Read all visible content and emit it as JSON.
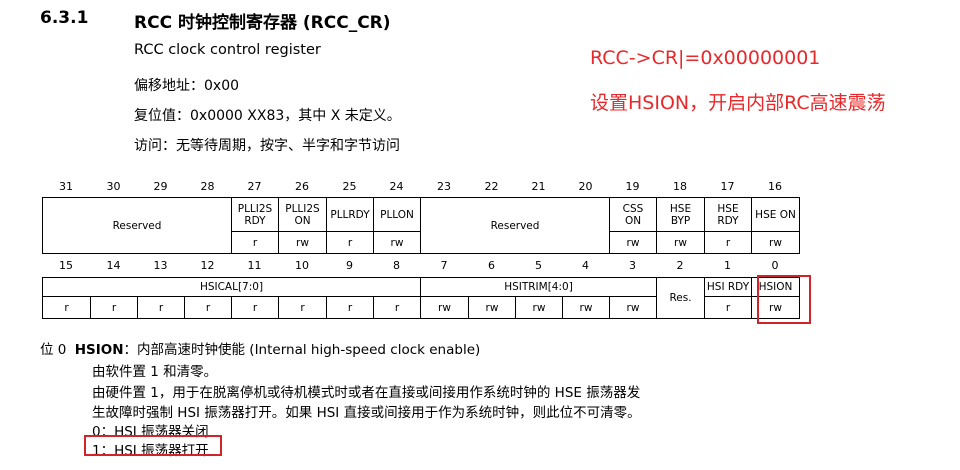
{
  "section": {
    "number": "6.3.1",
    "title": "RCC 时钟控制寄存器 (RCC_CR)",
    "subtitle": "RCC clock control register",
    "offset": "偏移地址：0x00",
    "reset": "复位值：0x0000 XX83，其中 X 未定义。",
    "access": "访问：无等待周期，按字、半字和字节访问"
  },
  "annotation": {
    "line1": "RCC->CR|=0x00000001",
    "line2": "设置HSION，开启内部RC高速震荡"
  },
  "register": {
    "upper_bits": [
      "31",
      "30",
      "29",
      "28",
      "27",
      "26",
      "25",
      "24",
      "23",
      "22",
      "21",
      "20",
      "19",
      "18",
      "17",
      "16"
    ],
    "lower_bits": [
      "15",
      "14",
      "13",
      "12",
      "11",
      "10",
      "9",
      "8",
      "7",
      "6",
      "5",
      "4",
      "3",
      "2",
      "1",
      "0"
    ],
    "upper_fields": {
      "reserved1": "Reserved",
      "plli2srdy": "PLLI2S RDY",
      "plli2son": "PLLI2S ON",
      "pllrdy": "PLLRDY",
      "pllon": "PLLON",
      "reserved2": "Reserved",
      "csson": "CSS ON",
      "hsebyp": "HSE BYP",
      "hserdy": "HSE RDY",
      "hseon": "HSE ON"
    },
    "upper_access": {
      "plli2srdy": "r",
      "plli2son": "rw",
      "pllrdy": "r",
      "pllon": "rw",
      "csson": "rw",
      "hsebyp": "rw",
      "hserdy": "r",
      "hseon": "rw"
    },
    "lower_fields": {
      "hsical": "HSICAL[7:0]",
      "hsitrim": "HSITRIM[4:0]",
      "res": "Res.",
      "hsirdy": "HSI RDY",
      "hsion": "HSION"
    },
    "lower_access": [
      "r",
      "r",
      "r",
      "r",
      "r",
      "r",
      "r",
      "r",
      "rw",
      "rw",
      "rw",
      "rw",
      "rw",
      "r",
      "rw"
    ]
  },
  "description": {
    "bit_label": "位 0",
    "field_name": "HSION",
    "field_desc": "：内部高速时钟使能 (Internal high-speed clock enable)",
    "line1": "由软件置 1 和清零。",
    "line2": "由硬件置 1，用于在脱离停机或待机模式时或者在直接或间接用作系统时钟的 HSE 振荡器发",
    "line3": "生故障时强制 HSI 振荡器打开。如果 HSI 直接或间接用于作为系统时钟，则此位不可清零。",
    "line4": "0：HSI 振荡器关闭",
    "line5": "1：HSI 振荡器打开"
  },
  "colors": {
    "highlight": "#d2232a",
    "annotation": "#e8282a"
  }
}
